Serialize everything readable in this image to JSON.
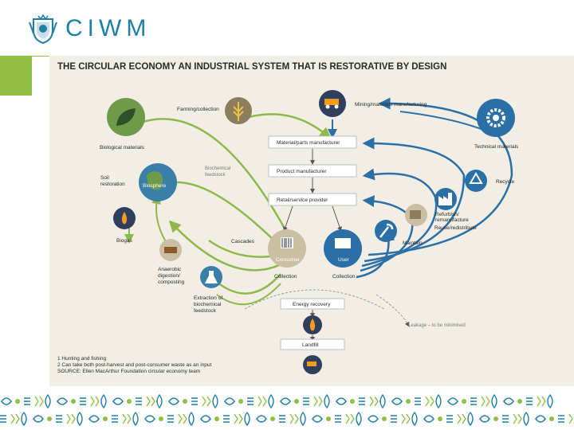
{
  "brand": {
    "name": "CIWM"
  },
  "colors": {
    "accent_green": "#8fc043",
    "brand_blue": "#1f7fa6",
    "bio_green": "#8fb84a",
    "tech_blue": "#2a6fa6",
    "poster_bg": "#f3eee5"
  },
  "poster": {
    "title_part1": "THE CIRCULAR ECONOMY",
    "title_part2": "AN INDUSTRIAL SYSTEM THAT IS RESTORATIVE BY DESIGN",
    "biological": {
      "farming": "Farming/collection",
      "biological_materials": "Biological materials",
      "soil_restoration_1": "Soil",
      "soil_restoration_2": "restoration",
      "biosphere": "Biosphere",
      "biochemical_1": "Biochemical",
      "biochemical_2": "feedstock",
      "biogas": "Biogas",
      "anaerobic_1": "Anaerobic",
      "anaerobic_2": "digestion/",
      "anaerobic_3": "composting",
      "extraction_1": "Extraction of",
      "extraction_2": "biochemical",
      "extraction_3": "feedstock",
      "cascades": "Cascades",
      "consumer": "Consumer",
      "collection_left": "Collection"
    },
    "technical": {
      "mining": "Mining/materials manufacturing",
      "technical_materials": "Technical materials",
      "recycle": "Recycle",
      "refurbish_1": "Refurbish/",
      "refurbish_2": "remanufacture",
      "reuse": "Reuse/redistribute",
      "maintain": "Maintain",
      "user": "User",
      "collection_right": "Collection"
    },
    "chain": {
      "parts": "Material/parts manufacturer",
      "product": "Product manufacturer",
      "retail": "Retail/service provider",
      "energy": "Energy recovery",
      "landfill": "Landfill",
      "leakage": "Leakage – to be minimised"
    },
    "notes": {
      "line1": "1 Hunting and fishing",
      "line2": "2 Can take both post-harvest and post-consumer waste as an input",
      "line3": "SOURCE: Ellen MacArthur Foundation circular economy team"
    }
  }
}
